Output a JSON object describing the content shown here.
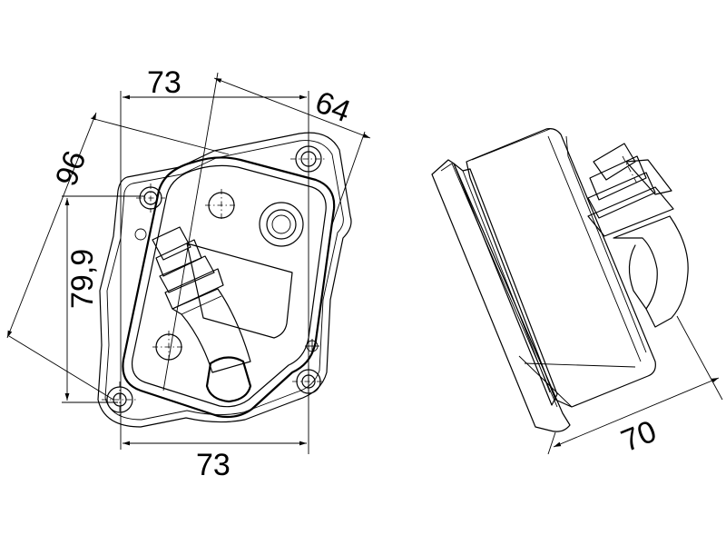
{
  "dimensions": {
    "top_width": "73",
    "top_diagonal": "64",
    "left_diagonal": "96",
    "left_height": "79,9",
    "bottom_width": "73",
    "side_depth": "70"
  }
}
